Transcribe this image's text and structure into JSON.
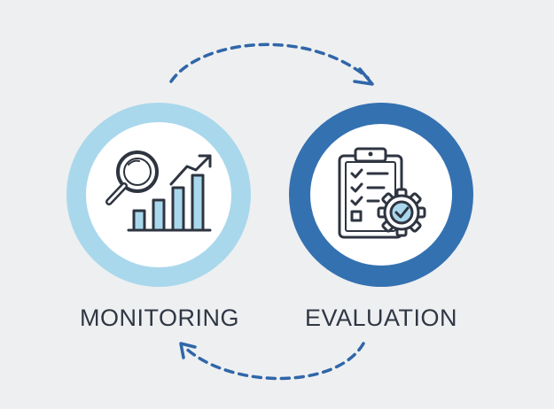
{
  "diagram": {
    "colors": {
      "background": "#eeeff1",
      "monitoring_ring": "#a9d8ec",
      "evaluation_ring": "#3471b1",
      "arrow": "#2f66a8",
      "icon_stroke": "#2e3440",
      "icon_fill_light": "#a9d8ec"
    },
    "nodes": [
      {
        "label": "MONITORING",
        "icon": "magnifier-bar-chart-icon"
      },
      {
        "label": "EVALUATION",
        "icon": "clipboard-checklist-gear-icon"
      }
    ],
    "arrows": [
      {
        "from": "MONITORING",
        "to": "EVALUATION",
        "style": "dashed"
      },
      {
        "from": "EVALUATION",
        "to": "MONITORING",
        "style": "dashed"
      }
    ]
  }
}
